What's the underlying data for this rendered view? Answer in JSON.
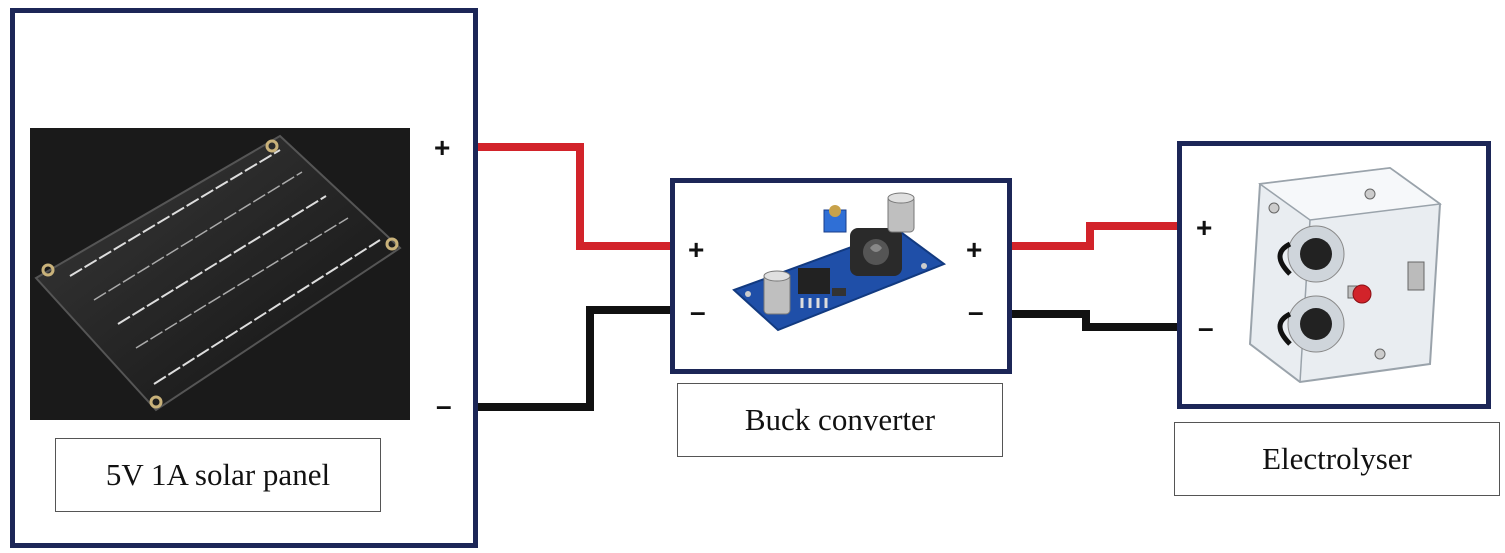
{
  "colors": {
    "frame": "#1c2657",
    "positive_wire": "#d2232a",
    "negative_wire": "#111111",
    "label_border": "#555555"
  },
  "nodes": {
    "solar_panel": {
      "label": "5V 1A solar panel",
      "icon": "solar-panel-photo"
    },
    "buck_converter": {
      "label": "Buck converter",
      "icon": "buck-converter-board-photo"
    },
    "electrolyser": {
      "label": "Electrolyser",
      "icon": "electrolyser-cell-photo"
    }
  },
  "terminals": {
    "plus": "+",
    "minus": "–"
  },
  "edges": [
    {
      "from": "solar_panel",
      "to": "buck_converter",
      "polarity": "positive"
    },
    {
      "from": "solar_panel",
      "to": "buck_converter",
      "polarity": "negative"
    },
    {
      "from": "buck_converter",
      "to": "electrolyser",
      "polarity": "positive"
    },
    {
      "from": "buck_converter",
      "to": "electrolyser",
      "polarity": "negative"
    }
  ]
}
